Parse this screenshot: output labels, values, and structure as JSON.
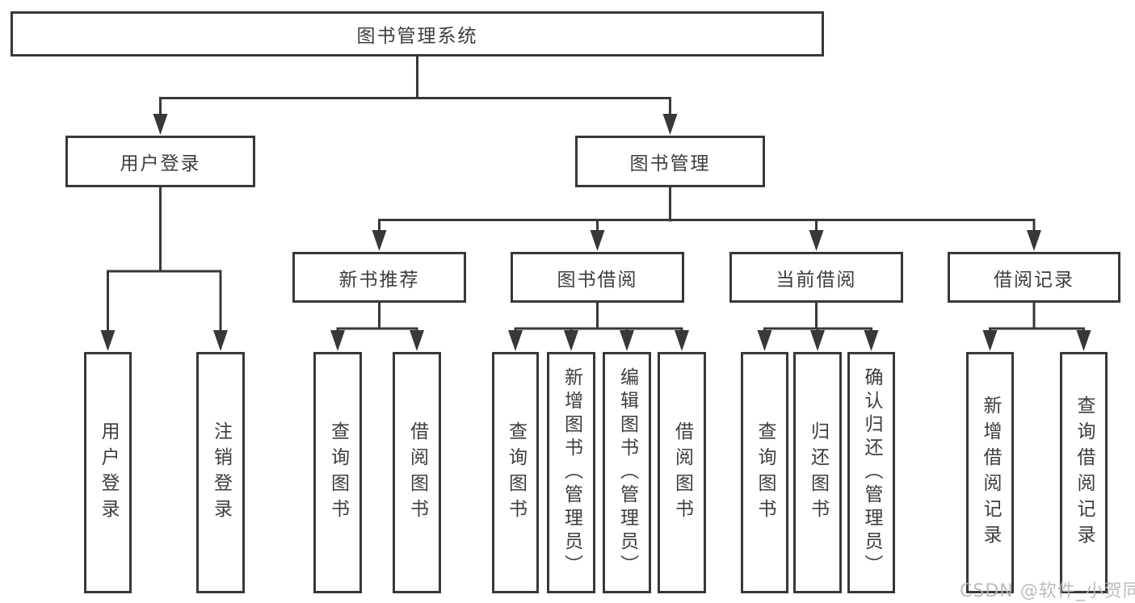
{
  "diagram": {
    "root": {
      "label": "图书管理系统"
    },
    "branches": [
      {
        "label": "用户登录",
        "children": [
          {
            "label": "用户登录"
          },
          {
            "label": "注销登录"
          }
        ]
      },
      {
        "label": "图书管理",
        "children": [
          {
            "label": "新书推荐",
            "children": [
              {
                "label": "查询图书"
              },
              {
                "label": "借阅图书"
              }
            ]
          },
          {
            "label": "图书借阅",
            "children": [
              {
                "label": "查询图书"
              },
              {
                "label": "新增图书（管理员）"
              },
              {
                "label": "编辑图书（管理员）"
              },
              {
                "label": "借阅图书"
              }
            ]
          },
          {
            "label": "当前借阅",
            "children": [
              {
                "label": "查询图书"
              },
              {
                "label": "归还图书"
              },
              {
                "label": "确认归还（管理员）"
              }
            ]
          },
          {
            "label": "借阅记录",
            "children": [
              {
                "label": "新增借阅记录"
              },
              {
                "label": "查询借阅记录"
              }
            ]
          }
        ]
      }
    ],
    "colors": {
      "line": "#383838",
      "text": "#3d3d3d",
      "background": "#ffffff",
      "watermark": "#b6b6b6"
    }
  },
  "watermark": {
    "text": "CSDN @软件_小贺同学"
  }
}
